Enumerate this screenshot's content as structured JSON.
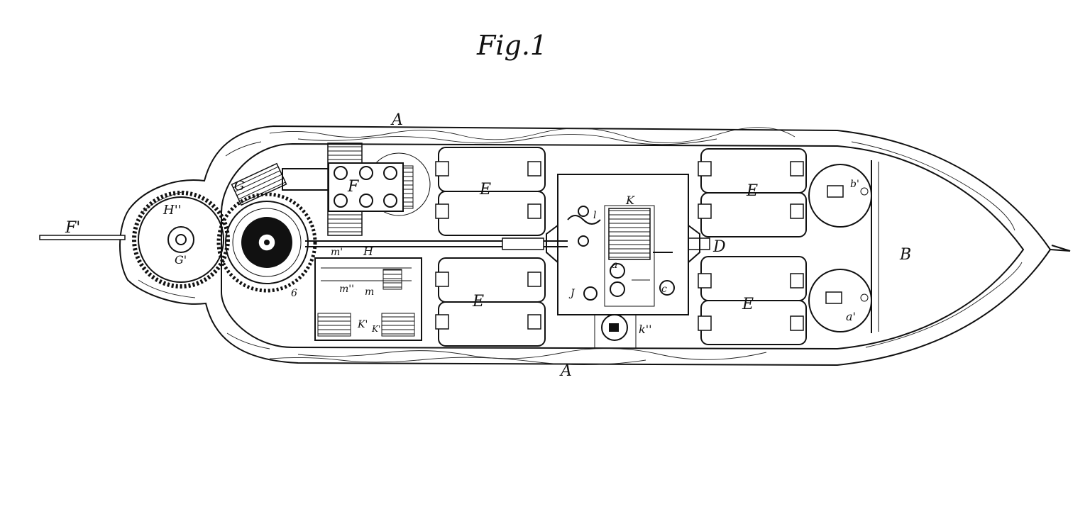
{
  "figure": {
    "title": "Fig.1"
  },
  "labels": {
    "hull_top": "A",
    "hull_bottom": "A",
    "bow": "B",
    "shaft_end": "D",
    "motor": "F",
    "rudder_rod": "F'",
    "gear": "H''",
    "gear_hub": "G'",
    "worm": "G",
    "switch_box": "K",
    "commutator": "H",
    "relay_m1": "m'",
    "relay_m2": "m''",
    "relay_m": "m",
    "coil_k1": "K'",
    "coil_k2": "K''",
    "bottom_cell": "k''",
    "magnet_a": "a",
    "contact_c": "c",
    "coil_j": "J",
    "lever_l": "l",
    "lamp_b": "b'",
    "lamp_a": "a'",
    "battery_upper_left": "E",
    "battery_upper_right": "E",
    "battery_lower_left": "E",
    "battery_lower_right": "E",
    "dial_6": "6"
  }
}
